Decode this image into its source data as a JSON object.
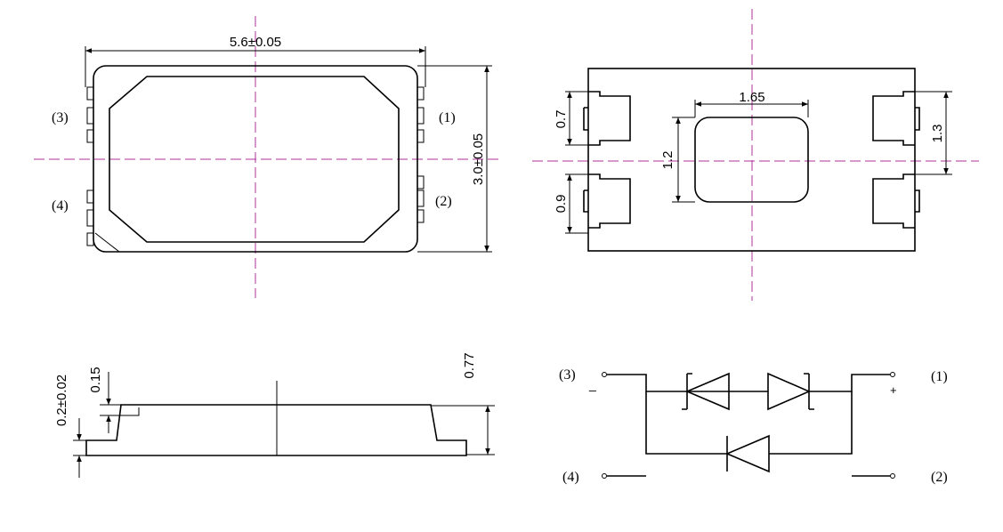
{
  "top_view": {
    "width_dim": "5.6±0.05",
    "height_dim": "3.0±0.05",
    "pin_labels": [
      "(1)",
      "(2)",
      "(3)",
      "(4)"
    ]
  },
  "bottom_view": {
    "pad_width_dim": "1.65",
    "pad_height_dim": "1.2",
    "upper_pin_dim": "0.7",
    "lower_pin_dim": "0.9",
    "right_pin_dim": "1.3"
  },
  "side_view": {
    "thickness_dim": "0.2±0.02",
    "step_dim": "0.15",
    "height_dim": "0.77"
  },
  "schematic": {
    "pin_labels": [
      "(1)",
      "(2)",
      "(3)",
      "(4)"
    ],
    "minus_sign": "_",
    "plus_sign": "+"
  }
}
